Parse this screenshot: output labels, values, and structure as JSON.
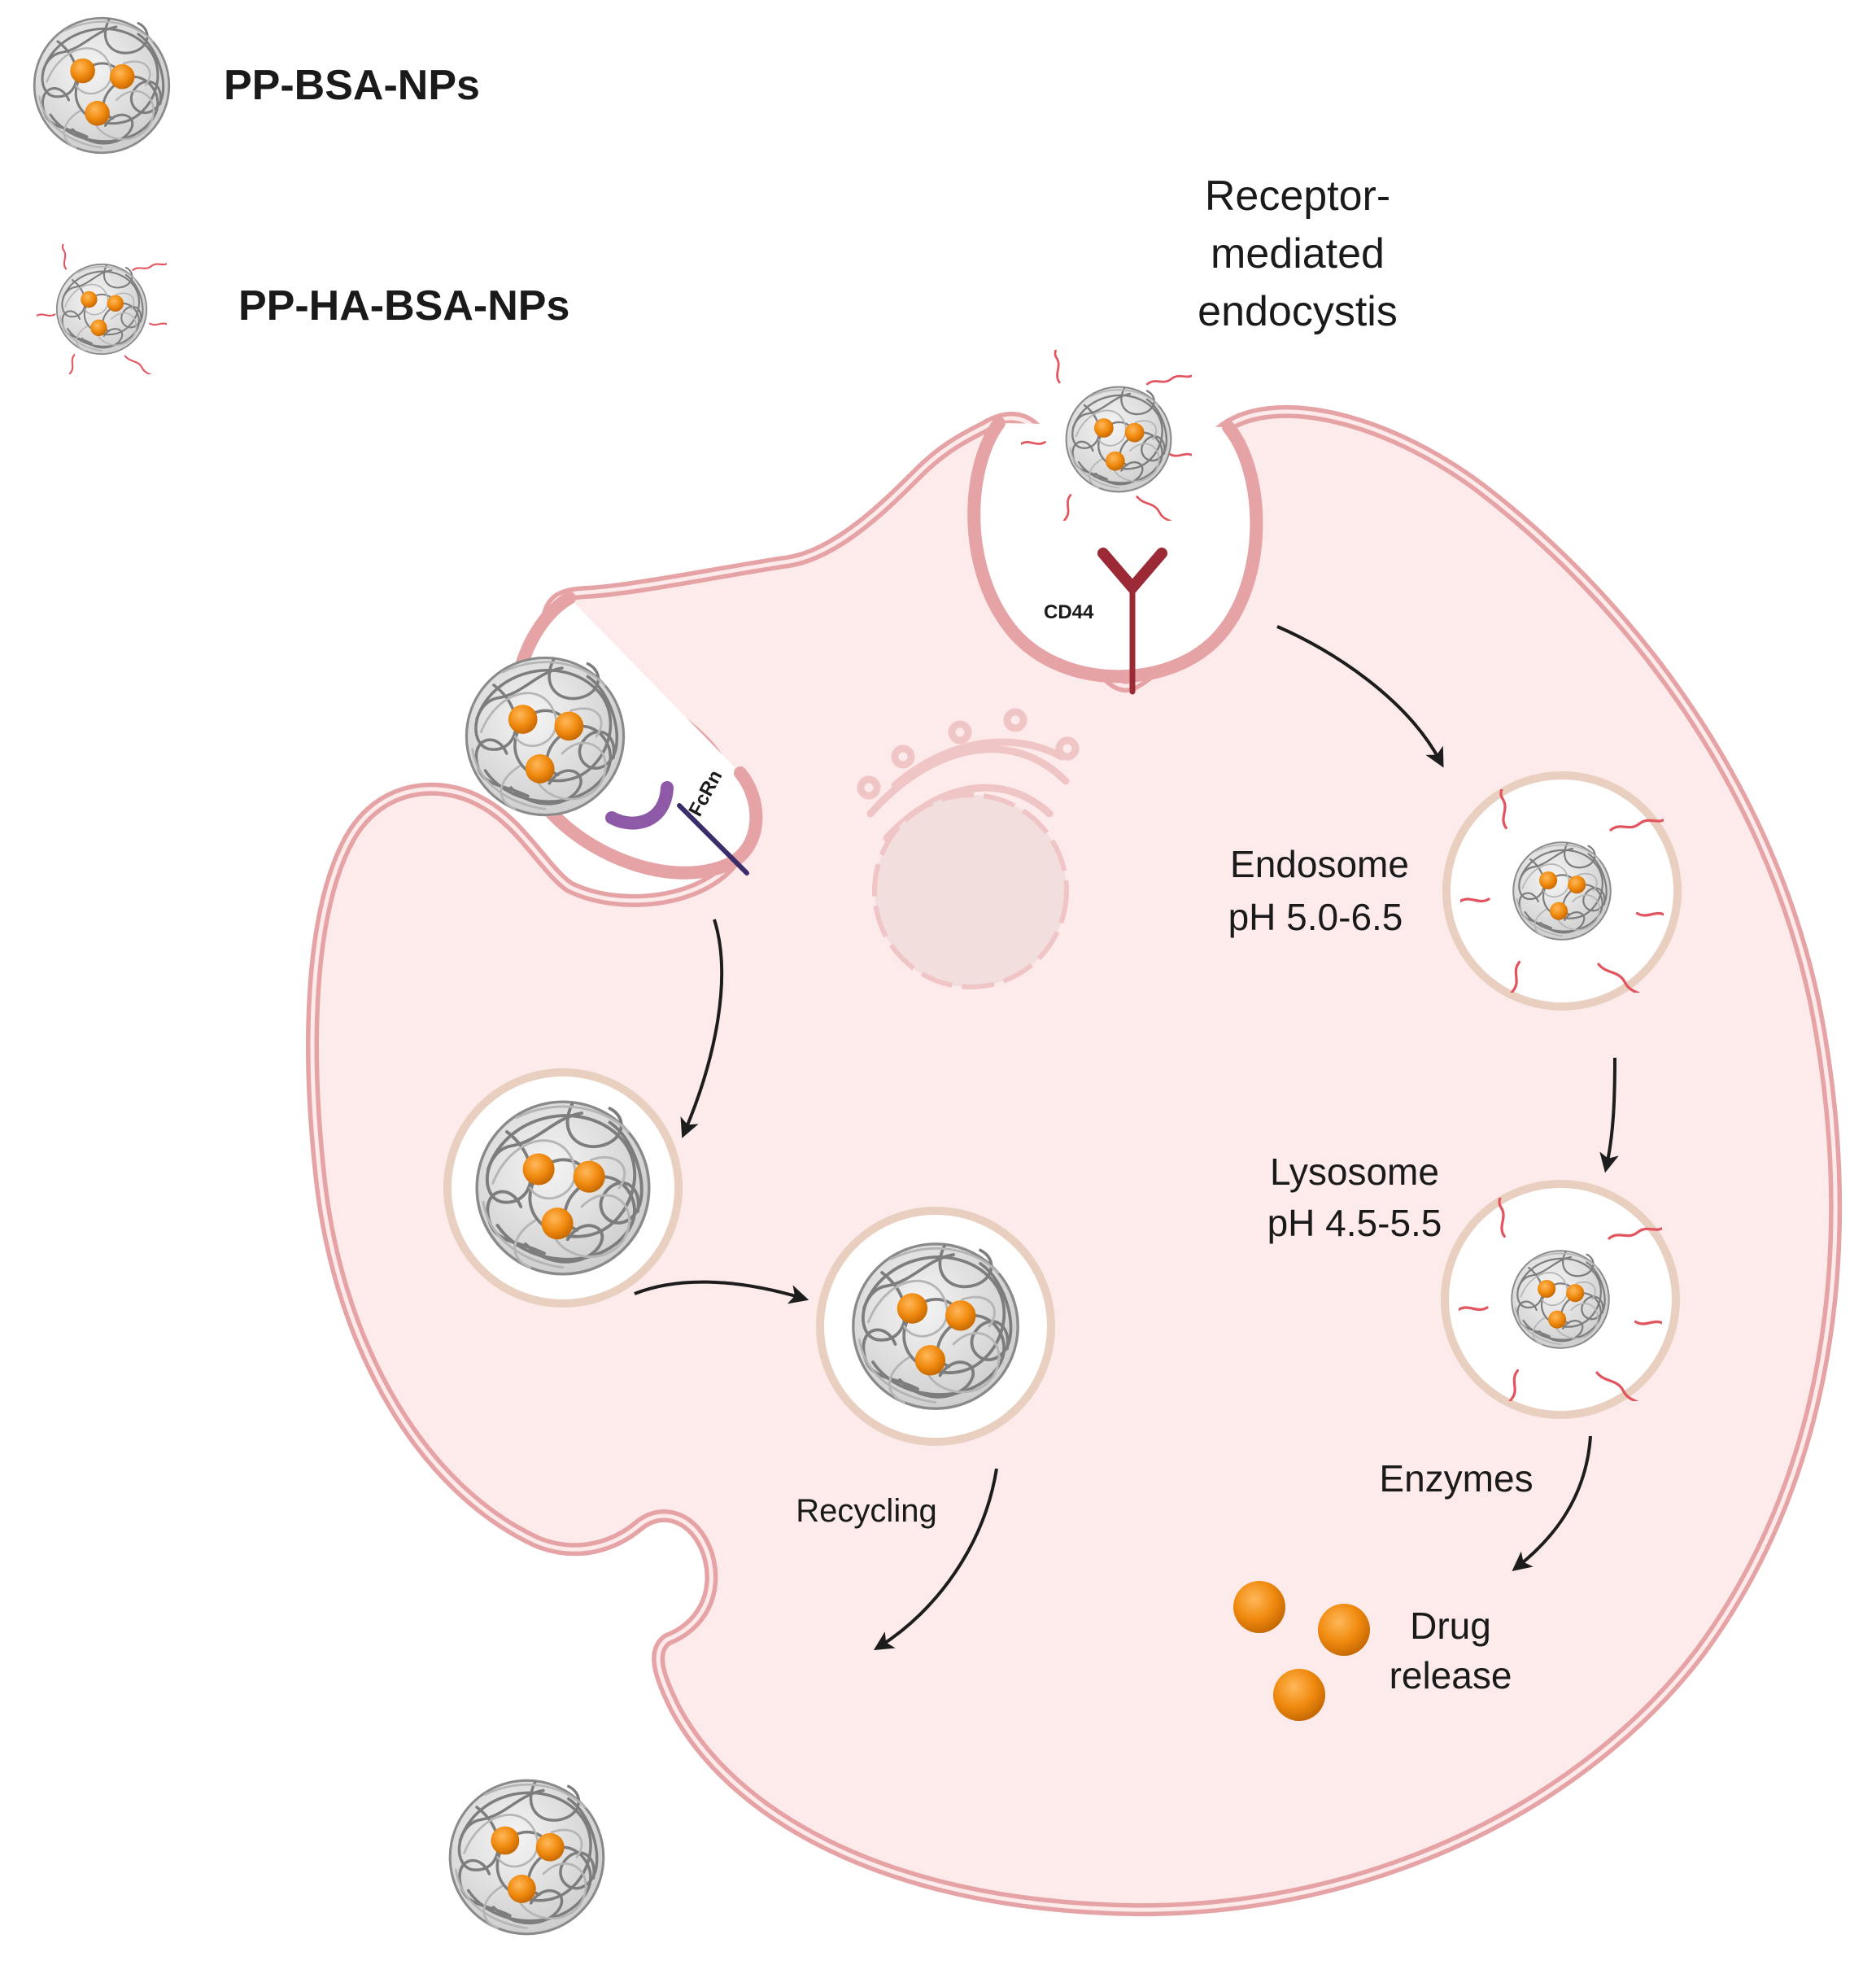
{
  "legend": {
    "bsa": "PP-BSA-NPs",
    "ha": "PP-HA-BSA-NPs"
  },
  "labels": {
    "receptor": [
      "Receptor-",
      "mediated",
      "endocystis"
    ],
    "cd44": "CD44",
    "fcrn": "FcRn",
    "endosome": [
      "Endosome",
      "pH 5.0-6.5"
    ],
    "lysosome": [
      "Lysosome",
      "pH 4.5-5.5"
    ],
    "enzymes": "Enzymes",
    "drug": [
      "Drug",
      "release"
    ],
    "recycling": "Recycling"
  },
  "colors": {
    "membrane": "#e6a3a5",
    "cytoplasm": "#fdeaea",
    "ha_chain": "#e2555f",
    "drug": "#f08a0e",
    "cd44": "#9b2a36",
    "fcrn": "#8e5aa8",
    "vesicle": "#e9cfc0"
  }
}
